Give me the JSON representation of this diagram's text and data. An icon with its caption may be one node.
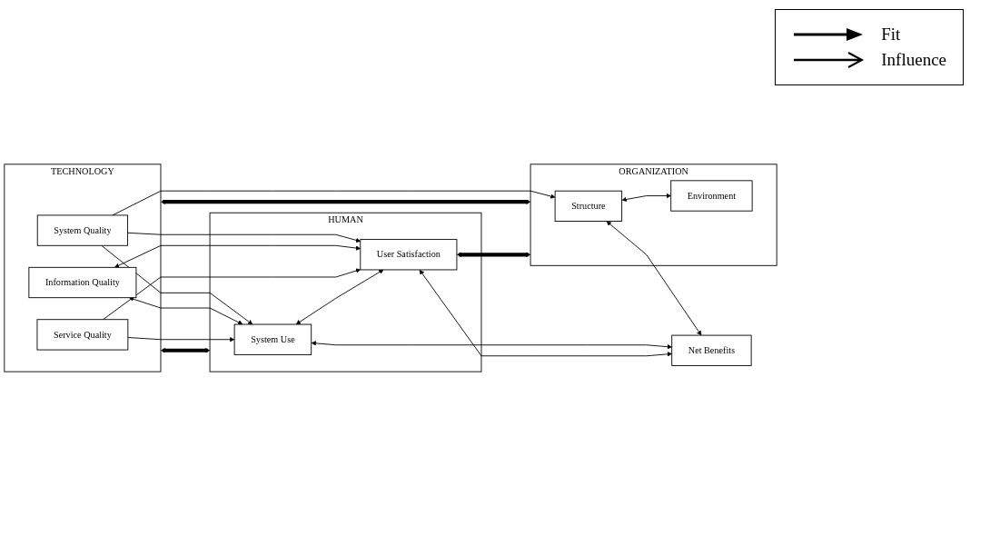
{
  "diagram": {
    "nodes": [
      {
        "text": [
          "TECHNOLOGY"
        ]
      },
      {
        "text": [
          "System Quality"
        ],
        "in": 0
      },
      {
        "text": [
          "Information Quality"
        ],
        "in": 0
      },
      {
        "text": [
          "Service Quality"
        ],
        "in": 0
      },
      {
        "text": [
          "HUMAN"
        ]
      },
      {
        "text": [
          "System Use"
        ],
        "in": 4
      },
      {
        "text": [
          "User Satisfaction"
        ],
        "in": 4
      },
      {
        "text": [
          "ORGANIZATION"
        ]
      },
      {
        "text": [
          "Structure"
        ],
        "in": 7
      },
      {
        "text": [
          "Environment"
        ],
        "in": 7
      },
      {
        "text": [
          "Net Benefits"
        ]
      }
    ],
    "edges": [
      {
        "from": 0,
        "to": 4,
        "arrow": "both",
        "style": "thick"
      },
      {
        "from": 1,
        "to": 5,
        "arrow": "to"
      },
      {
        "from": 1,
        "to": 6,
        "arrow": "to"
      },
      {
        "from": 1,
        "to": 8,
        "arrow": "to"
      },
      {
        "from": 2,
        "to": 5,
        "arrow": "both"
      },
      {
        "from": 2,
        "to": 6,
        "arrow": "both"
      },
      {
        "from": 3,
        "to": 5,
        "arrow": "to"
      },
      {
        "from": 3,
        "to": 6,
        "arrow": "to"
      },
      {
        "from": 0,
        "to": 7,
        "arrow": "both",
        "style": "thick"
      },
      {
        "from": 5,
        "to": 6,
        "arrow": "both"
      },
      {
        "from": 6,
        "to": 7,
        "arrow": "both",
        "style": "thick"
      },
      {
        "from": 8,
        "to": 9,
        "arrow": "both"
      },
      {
        "from": 5,
        "to": 10,
        "arrow": "both"
      },
      {
        "from": 6,
        "to": 10,
        "arrow": "both"
      },
      {
        "from": 8,
        "to": 10,
        "arrow": "both"
      }
    ],
    "legend": [
      {
        "text": "Fit"
      },
      {
        "text": "Influence"
      }
    ]
  }
}
